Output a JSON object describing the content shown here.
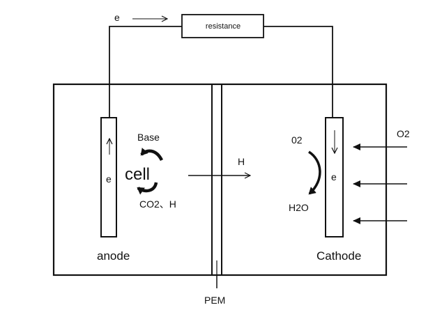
{
  "labels": {
    "electron_top": "e",
    "resistance": "resistance",
    "base": "Base",
    "cell": "cell",
    "electron_anode": "e",
    "products": "CO2、H",
    "proton": "H",
    "oxygen_in": "02",
    "electron_cathode": "e",
    "water": "H2O",
    "oxygen_supply": "O2",
    "anode": "anode",
    "cathode": "Cathode",
    "membrane": "PEM"
  }
}
